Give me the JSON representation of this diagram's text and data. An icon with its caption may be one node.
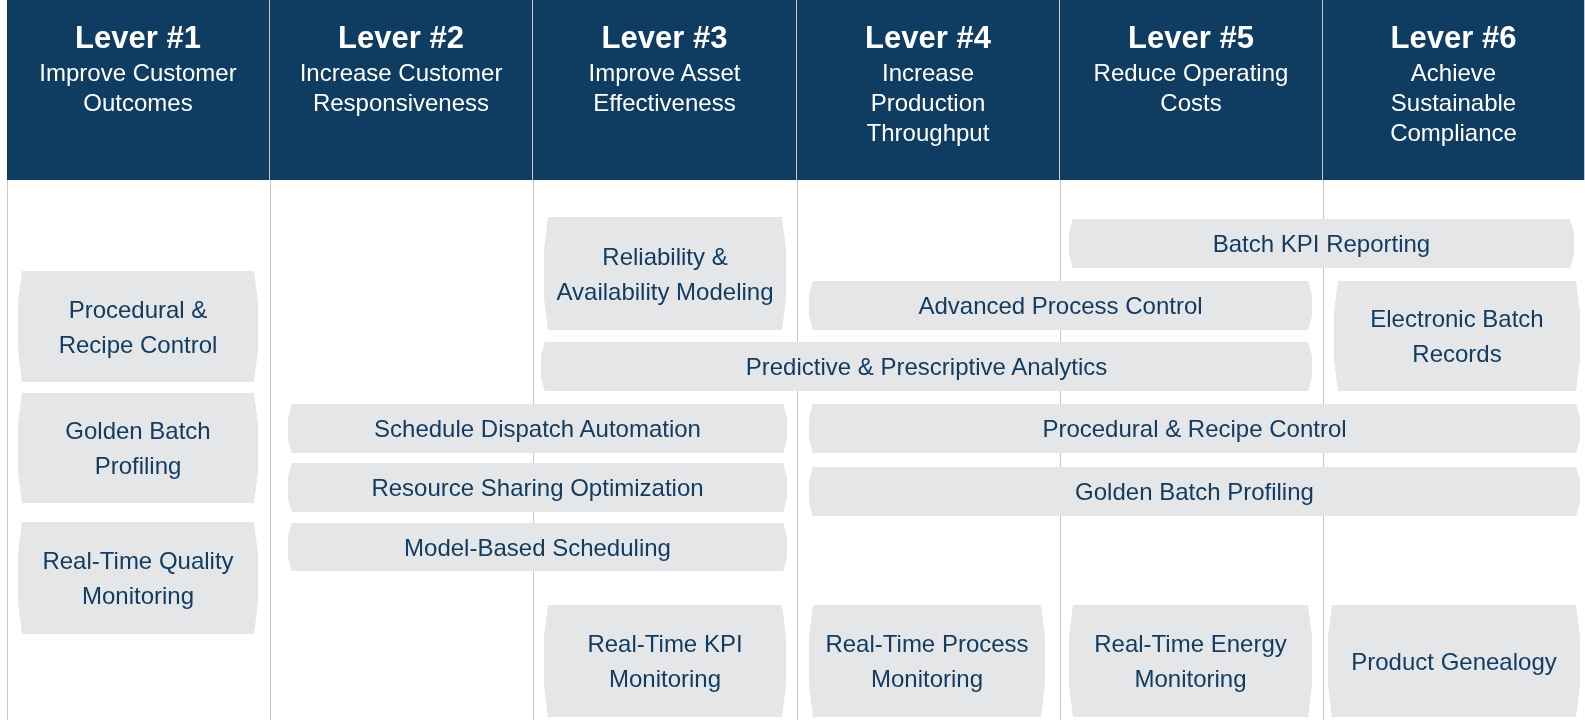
{
  "diagram": {
    "nodes": [
      {
        "text": [
          "Lever #1",
          "Improve Customer Outcomes"
        ]
      },
      {
        "text": [
          "Lever #2",
          "Increase Customer Responsiveness"
        ]
      },
      {
        "text": [
          "Lever #3",
          "Improve Asset Effectiveness"
        ]
      },
      {
        "text": [
          "Lever #4",
          "Increase Production Throughput"
        ]
      },
      {
        "text": [
          "Lever #5",
          "Reduce Operating Costs"
        ]
      },
      {
        "text": [
          "Lever #6",
          "Achieve Sustainable Compliance"
        ]
      },
      {
        "text": [
          "Reliability & Availability Modeling"
        ]
      },
      {
        "text": [
          "Batch KPI Reporting"
        ]
      },
      {
        "text": [
          "Procedural & Recipe Control"
        ]
      },
      {
        "text": [
          "Advanced Process Control"
        ]
      },
      {
        "text": [
          "Electronic Batch Records"
        ]
      },
      {
        "text": [
          "Predictive & Prescriptive Analytics"
        ]
      },
      {
        "text": [
          "Golden Batch Profiling"
        ]
      },
      {
        "text": [
          "Schedule Dispatch Automation"
        ]
      },
      {
        "text": [
          "Procedural & Recipe Control"
        ]
      },
      {
        "text": [
          "Resource Sharing Optimization"
        ]
      },
      {
        "text": [
          "Golden Batch Profiling"
        ]
      },
      {
        "text": [
          "Real-Time Quality Monitoring"
        ]
      },
      {
        "text": [
          "Model-Based Scheduling"
        ]
      },
      {
        "text": [
          "Real-Time KPI Monitoring"
        ]
      },
      {
        "text": [
          "Real-Time Process Monitoring"
        ]
      },
      {
        "text": [
          "Real-Time Energy Monitoring"
        ]
      },
      {
        "text": [
          "Product Genealogy"
        ]
      }
    ]
  }
}
